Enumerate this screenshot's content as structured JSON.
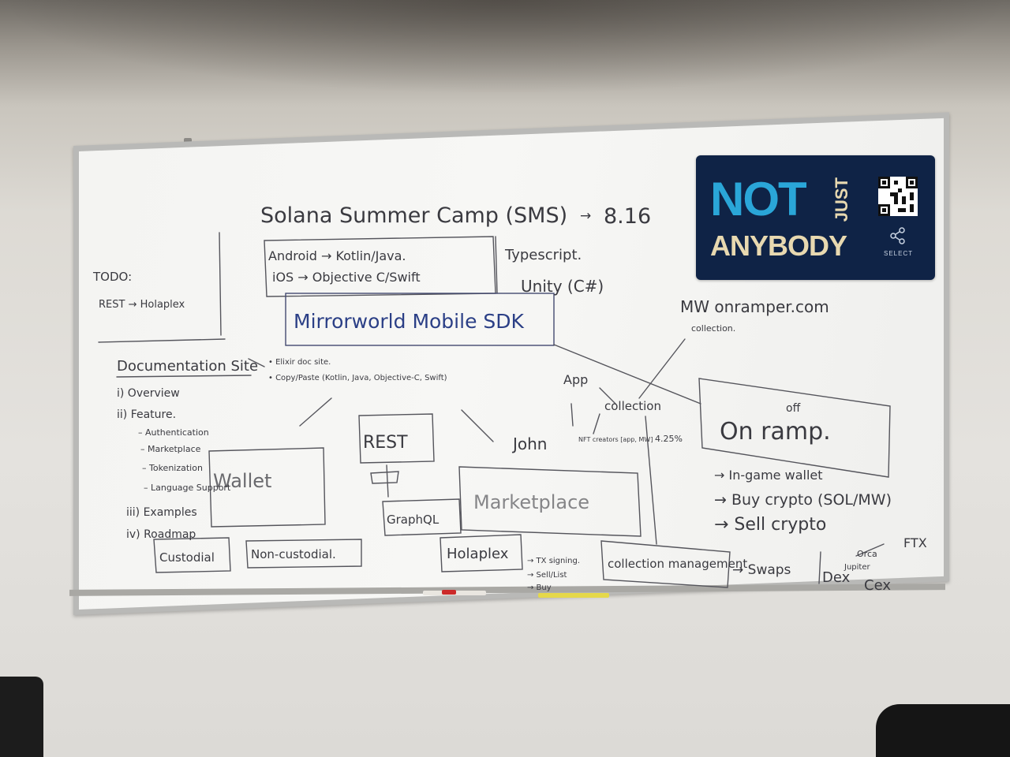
{
  "board": {
    "title": "Solana Summer Camp (SMS)",
    "date": "8.16",
    "platforms": {
      "android": "Android → Kotlin/Java.",
      "ios": "iOS → Objective C/Swift",
      "typescript": "Typescript.",
      "unity": "Unity (C#)"
    },
    "sdk_label": "Mirrorworld Mobile SDK",
    "todo": {
      "heading": "TODO:",
      "item": "REST → Holaplex"
    },
    "documentation": {
      "heading": "Documentation Site",
      "items": [
        "i) Overview",
        "ii) Feature.",
        "– Authentication",
        "– Marketplace",
        "– Tokenization",
        "– Language Support",
        "iii) Examples",
        "iv) Roadmap"
      ],
      "notes": [
        "• Elixir doc site.",
        "• Copy/Paste (Kotlin, Java, Objective-C, Swift)"
      ]
    },
    "wallet_label": "Wallet",
    "custodial_label": "Custodial",
    "non_custodial_label": "Non-custodial.",
    "rest_label": "REST",
    "graphql_label": "GraphQL",
    "holaplex_label": "Holaplex",
    "holaplex_notes": [
      "→ TX signing.",
      "→ Sell/List",
      "→ Buy"
    ],
    "marketplace_label": "Marketplace",
    "collection_mgmt_label": "collection management",
    "swaps_label": "→ Swaps",
    "dex_label": "Dex",
    "cex_label": "Cex",
    "orca_label": "Orca",
    "jupiter_label": "Jupiter",
    "ftx_label": "FTX",
    "app_label": "App",
    "collection_label": "collection",
    "john_label": "John",
    "nft_note": "NFT creators [app, MW]",
    "percent_note": "4.25%",
    "onramper": "MW onramper.com",
    "onramper_sub": "collection.",
    "ramp_label": "On ramp.",
    "ramp_off": "off",
    "ramp_items": [
      "→ In-game wallet",
      "→ Buy crypto (SOL/MW)",
      "→ Sell crypto"
    ]
  },
  "sticker": {
    "word1": "NOT",
    "word2": "JUST",
    "word3": "ANYBODY",
    "brand": "SELECT",
    "colors": {
      "background": "#0f2346",
      "not": "#2aa6d8",
      "anybody": "#e8d9b0"
    }
  }
}
